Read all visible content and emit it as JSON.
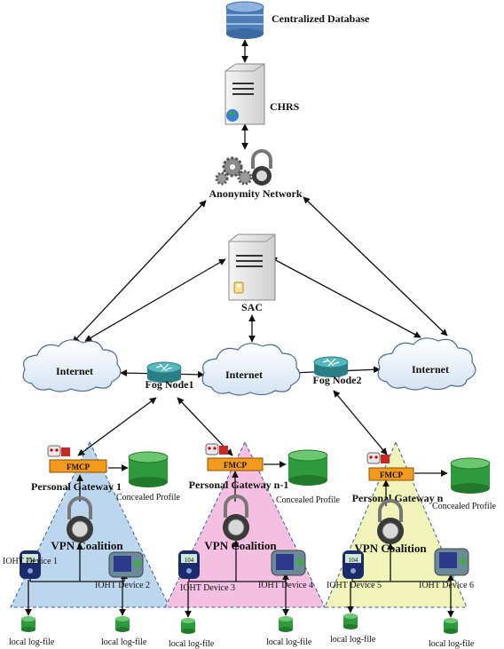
{
  "labels": {
    "centralized_database": "Centralized Database",
    "chrs": "CHRS",
    "anonymity_network": "Anonymity Network",
    "sac": "SAC",
    "internet": "Internet",
    "fog_node_1": "Fog Node1",
    "fog_node_2": "Fog Node2",
    "fmcp": "FMCP",
    "personal_gateway_1": "Personal Gateway 1",
    "personal_gateway_n1": "Personal Gateway n-1",
    "personal_gateway_n": "Personal Gateway n",
    "concealed_profile": "Concealed Profile",
    "vpn_coalition": "VPN Coalition",
    "ioht_device_1": "IOHT Device 1",
    "ioht_device_2": "IOHT Device 2",
    "ioht_device_3": "IOHT Device 3",
    "ioht_device_4": "IOHT Device 4",
    "ioht_device_5": "IOHT Device 5",
    "ioht_device_6": "IOHT Device 6",
    "local_log_file": "local log-file",
    "device_readout": "104"
  },
  "colors": {
    "db_blue": "#4f7fb8",
    "db_green": "#2e9a3c",
    "fmcp_orange": "#f39a1e",
    "router_teal": "#3a9aa0",
    "triangle_blue": "#bcd6ee",
    "triangle_pink": "#f4bfe0",
    "triangle_yellow": "#f0f4b8"
  }
}
